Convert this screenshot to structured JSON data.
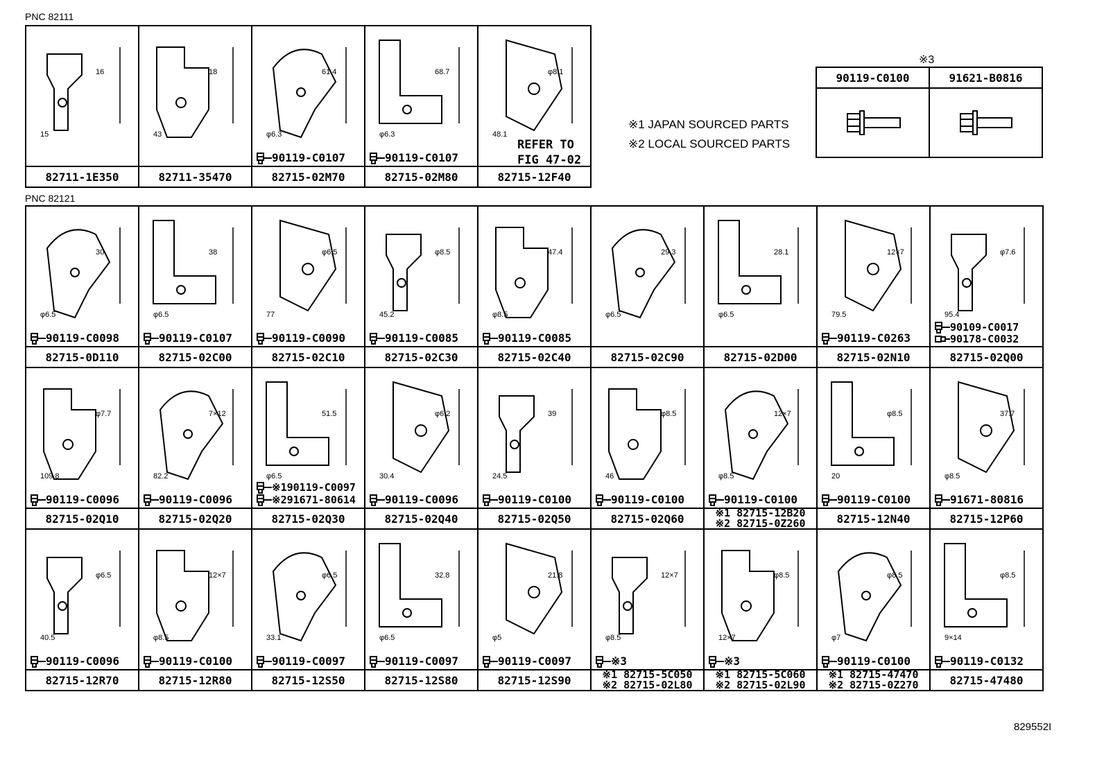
{
  "sections": [
    {
      "label": "PNC 82111",
      "cells": [
        {
          "part": "82711-1E350",
          "bolt": "",
          "dims": [
            "16",
            "15"
          ]
        },
        {
          "part": "82711-35470",
          "bolt": "",
          "dims": [
            "18",
            "43"
          ]
        },
        {
          "part": "82715-02M70",
          "bolt": "90119-C0107",
          "dims": [
            "61.4",
            "φ6.3"
          ]
        },
        {
          "part": "82715-02M80",
          "bolt": "90119-C0107",
          "dims": [
            "68.7",
            "φ6.3"
          ]
        },
        {
          "part": "82715-12F40",
          "bolt": "",
          "dims": [
            "φ8.1",
            "48.1"
          ],
          "ref": "REFER TO FIG 47-02"
        }
      ]
    },
    {
      "label": "PNC 82121",
      "rows": [
        [
          {
            "part": "82715-0D110",
            "bolt": "90119-C0098",
            "dims": [
              "30",
              "φ6.5"
            ]
          },
          {
            "part": "82715-02C00",
            "bolt": "90119-C0107",
            "dims": [
              "38",
              "φ6.5"
            ]
          },
          {
            "part": "82715-02C10",
            "bolt": "90119-C0090",
            "dims": [
              "φ6.5",
              "77"
            ]
          },
          {
            "part": "82715-02C30",
            "bolt": "90119-C0085",
            "dims": [
              "φ8.5",
              "45.2"
            ]
          },
          {
            "part": "82715-02C40",
            "bolt": "90119-C0085",
            "dims": [
              "47.4",
              "φ8.5"
            ]
          },
          {
            "part": "82715-02C90",
            "bolt": "",
            "dims": [
              "29.3",
              "φ6.5"
            ]
          },
          {
            "part": "82715-02D00",
            "bolt": "",
            "dims": [
              "28.1",
              "φ6.5"
            ]
          },
          {
            "part": "82715-02N10",
            "bolt": "90119-C0263",
            "dims": [
              "12×7",
              "79.5"
            ]
          },
          {
            "part": "82715-02Q00",
            "bolt": "90109-C0017",
            "bolt2": "90178-C0032",
            "dims": [
              "φ7.6",
              "95.4"
            ]
          }
        ],
        [
          {
            "part": "82715-02Q10",
            "bolt": "90119-C0096",
            "dims": [
              "φ7.7",
              "109.8"
            ]
          },
          {
            "part": "82715-02Q20",
            "bolt": "90119-C0096",
            "dims": [
              "7×12",
              "82.2"
            ]
          },
          {
            "part": "82715-02Q30",
            "bolt": "※190119-C0097",
            "bolt2": "※291671-80614",
            "dims": [
              "51.5",
              "φ6.5"
            ]
          },
          {
            "part": "82715-02Q40",
            "bolt": "90119-C0096",
            "dims": [
              "φ6.2",
              "30.4"
            ]
          },
          {
            "part": "82715-02Q50",
            "bolt": "90119-C0100",
            "dims": [
              "39",
              "24.5"
            ]
          },
          {
            "part": "82715-02Q60",
            "bolt": "90119-C0100",
            "dims": [
              "φ8.5",
              "46"
            ]
          },
          {
            "part": "※1 82715-12B20",
            "part2": "※2 82715-0Z260",
            "bolt": "90119-C0100",
            "dims": [
              "12×7",
              "φ8.5"
            ]
          },
          {
            "part": "82715-12N40",
            "bolt": "90119-C0100",
            "dims": [
              "φ8.5",
              "20"
            ]
          },
          {
            "part": "82715-12P60",
            "bolt": "91671-80816",
            "dims": [
              "37.7",
              "φ8.5"
            ]
          }
        ],
        [
          {
            "part": "82715-12R70",
            "bolt": "90119-C0096",
            "dims": [
              "φ6.5",
              "40.5"
            ]
          },
          {
            "part": "82715-12R80",
            "bolt": "90119-C0100",
            "dims": [
              "12×7",
              "φ8.5"
            ]
          },
          {
            "part": "82715-12S50",
            "bolt": "90119-C0097",
            "dims": [
              "φ6.5",
              "33.1"
            ]
          },
          {
            "part": "82715-12S80",
            "bolt": "90119-C0097",
            "dims": [
              "32.8",
              "φ6.5"
            ]
          },
          {
            "part": "82715-12S90",
            "bolt": "90119-C0097",
            "dims": [
              "21.8",
              "φ5"
            ]
          },
          {
            "part": "※1 82715-5C050",
            "part2": "※2 82715-02L80",
            "bolt": "※3",
            "dims": [
              "12×7",
              "φ8.5"
            ]
          },
          {
            "part": "※1 82715-5C060",
            "part2": "※2 82715-02L90",
            "bolt": "※3",
            "dims": [
              "φ8.5",
              "12×7"
            ]
          },
          {
            "part": "※1 82715-47470",
            "part2": "※2 82715-0Z270",
            "bolt": "90119-C0100",
            "dims": [
              "φ8.5",
              "φ7"
            ]
          },
          {
            "part": "82715-47480",
            "bolt": "90119-C0132",
            "dims": [
              "φ8.5",
              "9×14"
            ]
          }
        ]
      ]
    }
  ],
  "legend": [
    "※1 JAPAN SOURCED PARTS",
    "※2 LOCAL SOURCED PARTS"
  ],
  "note3": {
    "title": "※3",
    "parts": [
      "90119-C0100",
      "91621-B0816"
    ]
  },
  "figure_code": "829552I"
}
